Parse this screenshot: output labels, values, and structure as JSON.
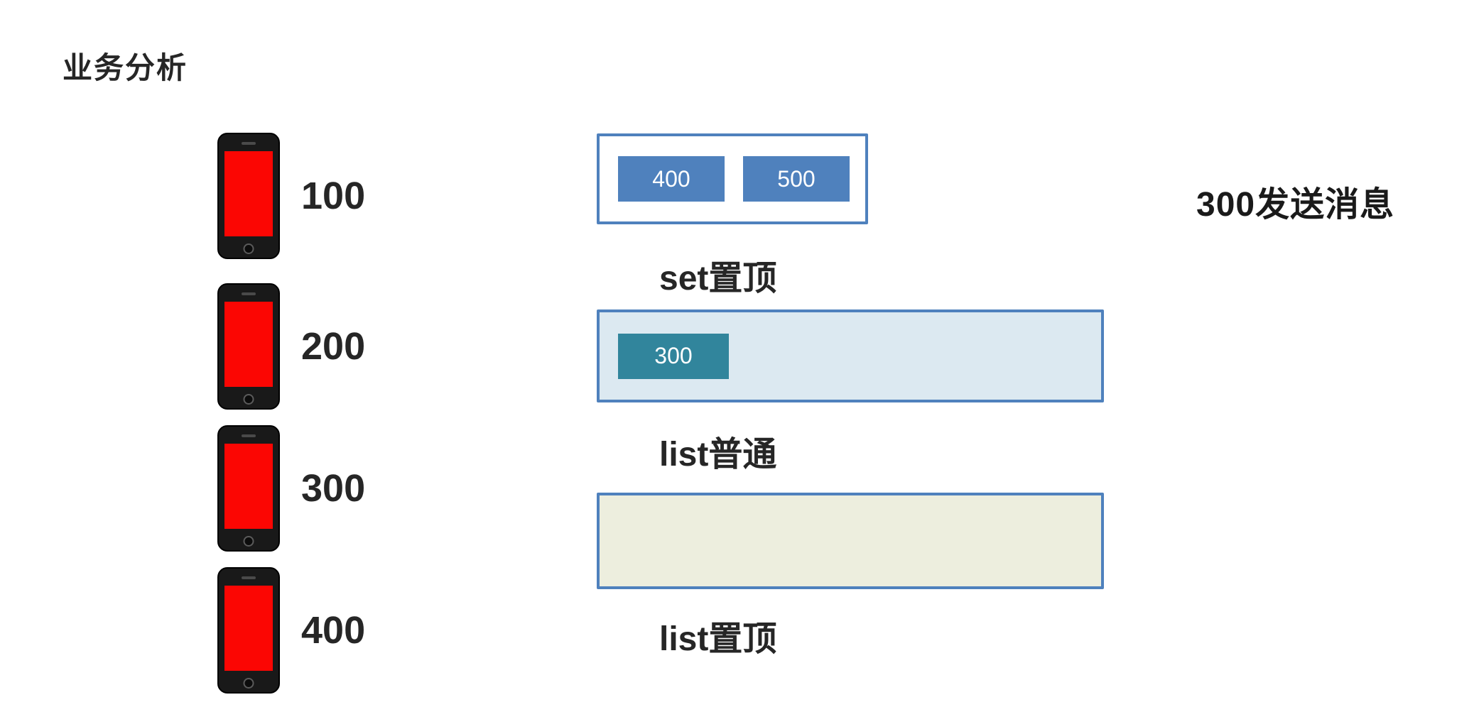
{
  "title": "业务分析",
  "users": [
    {
      "id": "100"
    },
    {
      "id": "200"
    },
    {
      "id": "300"
    },
    {
      "id": "400"
    }
  ],
  "set_top": {
    "label": "set置顶",
    "items": [
      "400",
      "500"
    ]
  },
  "list_normal": {
    "label": "list普通",
    "items": [
      "300"
    ]
  },
  "list_top": {
    "label": "list置顶",
    "items": []
  },
  "annotation": "300发送消息",
  "colors": {
    "accent_blue": "#4F81BD",
    "teal": "#31859C",
    "light_blue_fill": "#DCE9F1",
    "beige_fill": "#EDEEDE",
    "phone_screen_red": "#FB0603"
  }
}
